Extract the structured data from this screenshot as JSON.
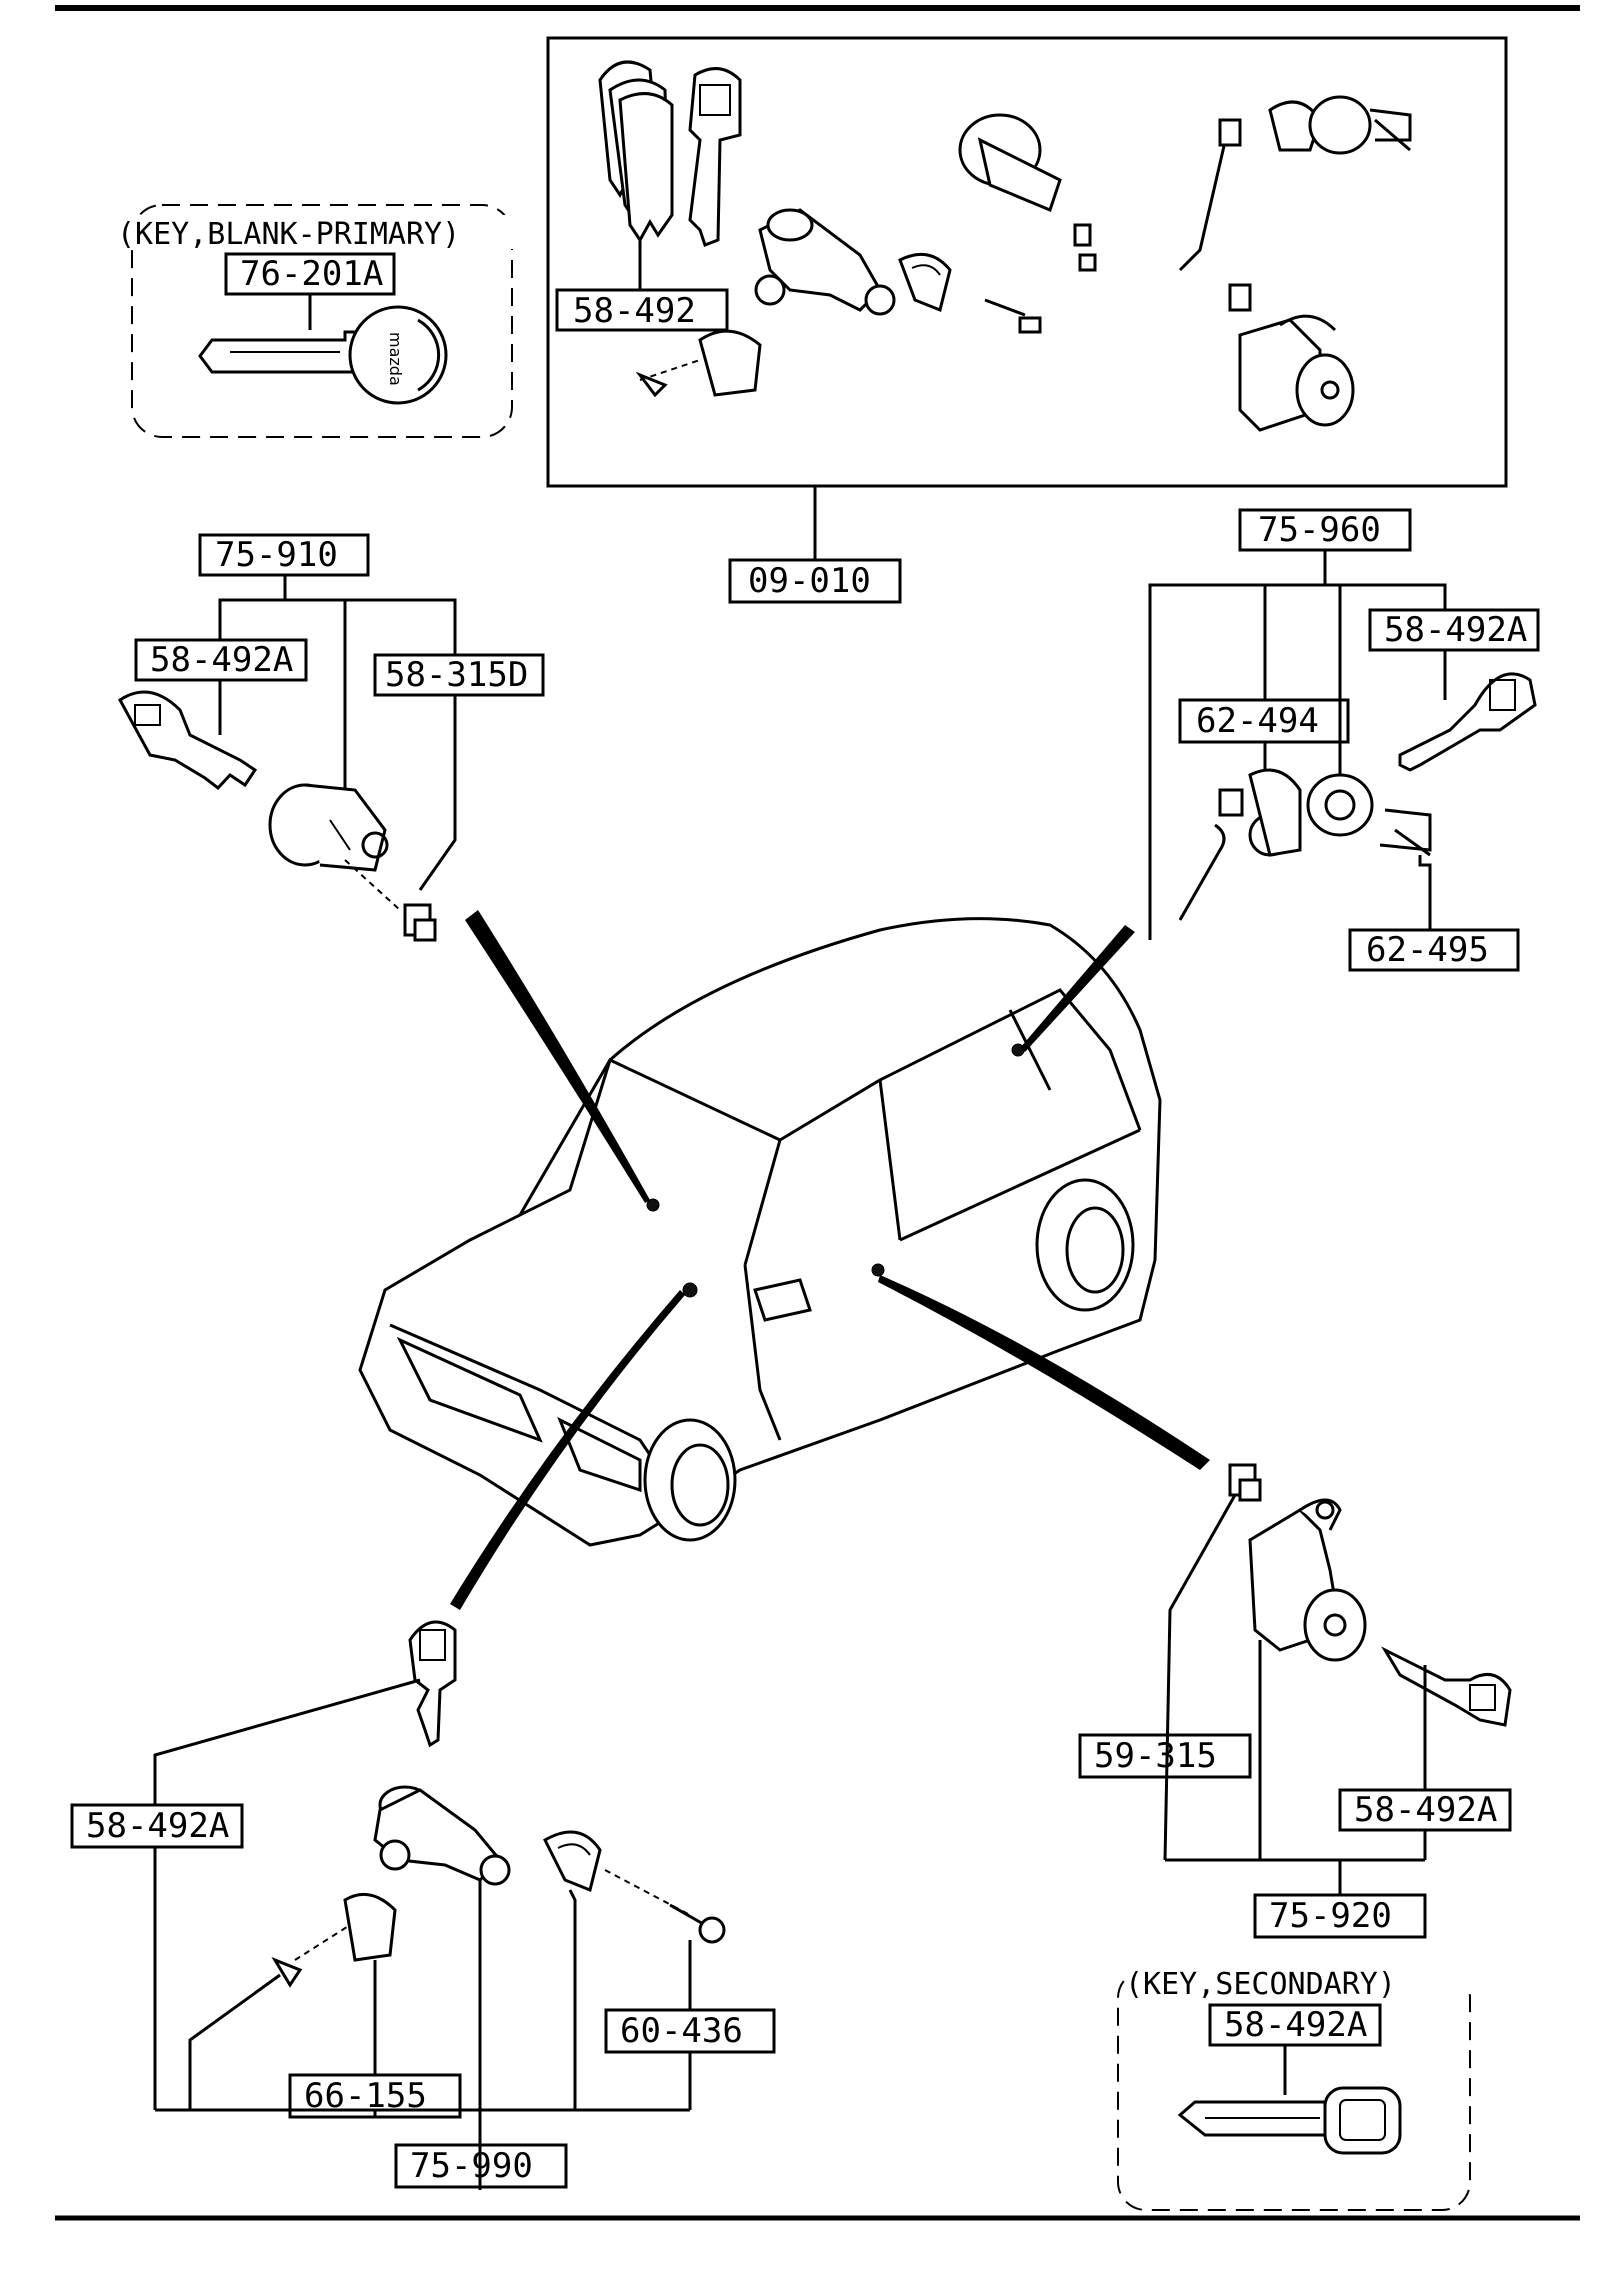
{
  "labels": {
    "l_76_201A": "76-201A",
    "l_58_492_kit": "58-492",
    "l_09_010": "09-010",
    "l_75_910": "75-910",
    "l_58_492A_hood": "58-492A",
    "l_58_315D": "58-315D",
    "l_75_960": "75-960",
    "l_58_492A_rear": "58-492A",
    "l_62_494": "62-494",
    "l_62_495": "62-495",
    "l_58_492A_ign": "58-492A",
    "l_66_155": "66-155",
    "l_60_436": "60-436",
    "l_75_990": "75-990",
    "l_59_315": "59-315",
    "l_58_492A_door": "58-492A",
    "l_75_920": "75-920",
    "l_58_492A_sec": "58-492A"
  },
  "captions": {
    "primary_key": "(KEY,BLANK-PRIMARY)",
    "secondary_key": "(KEY,SECONDARY)"
  },
  "key_logo": "mazda"
}
